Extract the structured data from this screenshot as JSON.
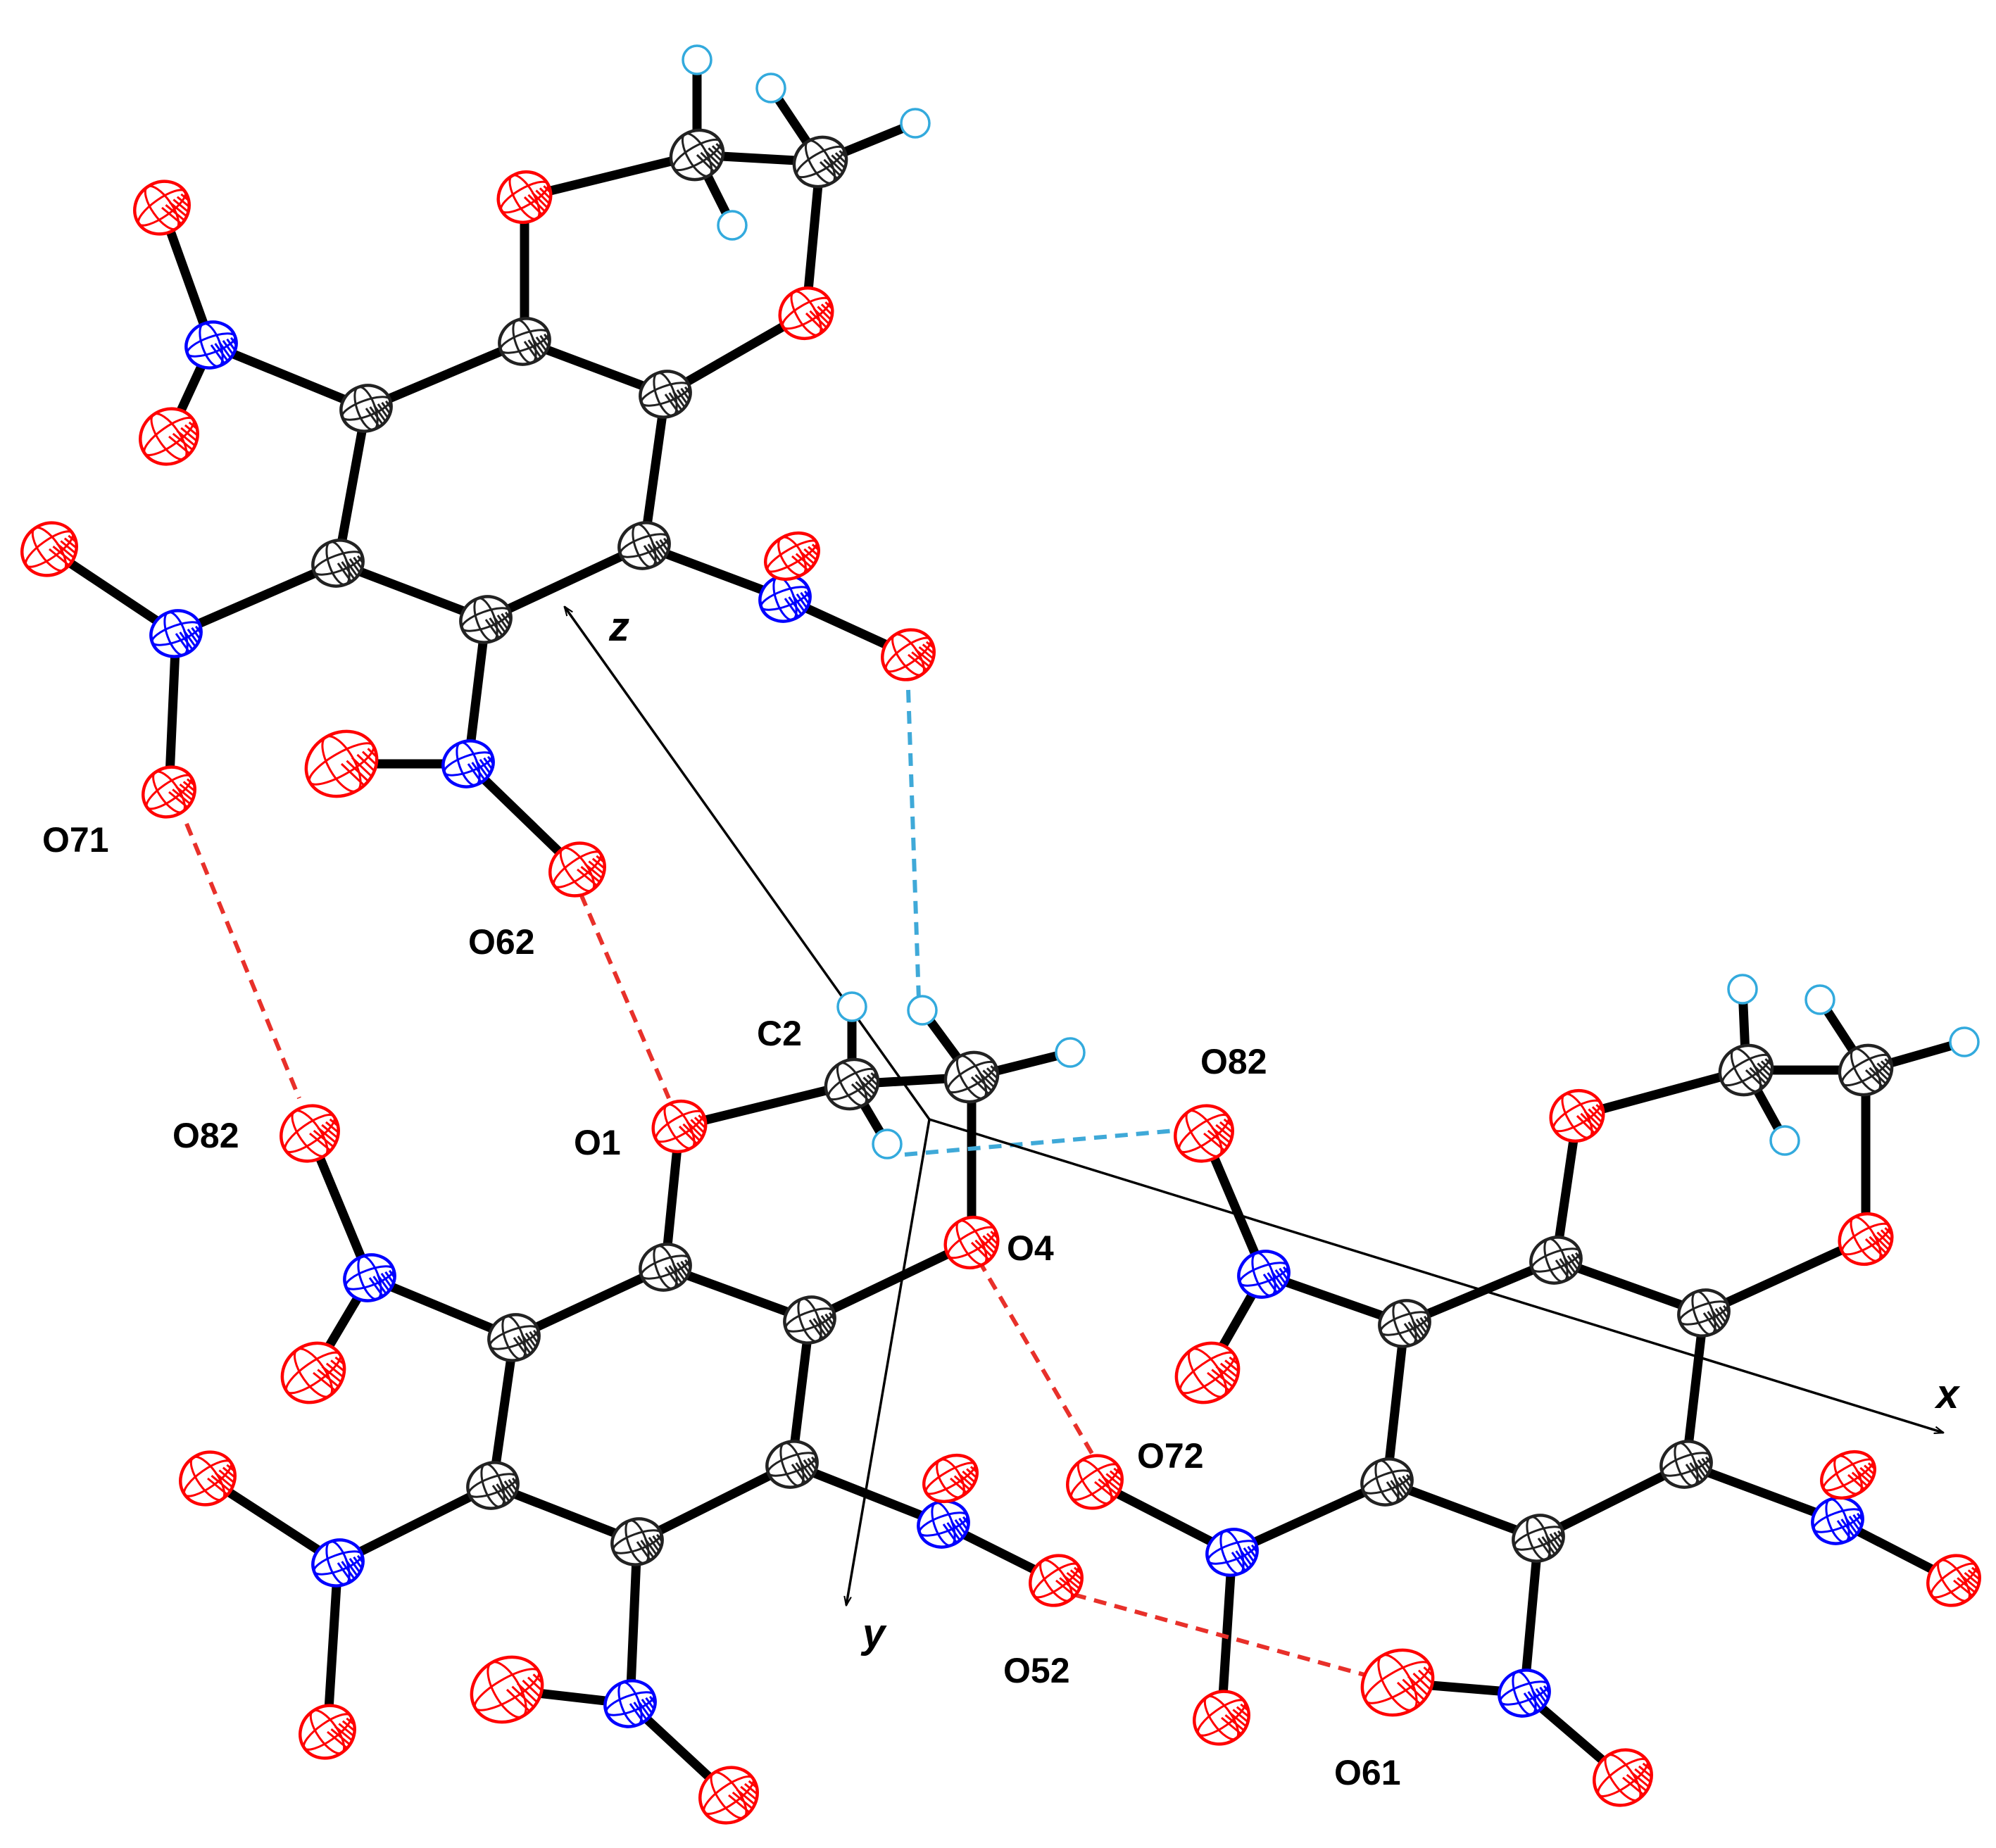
{
  "colors": {
    "carbon": "#222222",
    "oxygen": "#ff0000",
    "nitrogen": "#0000ff",
    "hydrogen": "#33aadd",
    "hbond_oo": "#e8302a",
    "hbond_ch": "#3fa9d8"
  },
  "axes": {
    "x": "x",
    "y": "y",
    "z": "z"
  },
  "atom_labels": {
    "O71": "O71",
    "O62": "O62",
    "C2": "C2",
    "O82_top": "O82",
    "O82_left": "O82",
    "O1": "O1",
    "O4": "O4",
    "O72": "O72",
    "O52": "O52",
    "O61": "O61"
  }
}
